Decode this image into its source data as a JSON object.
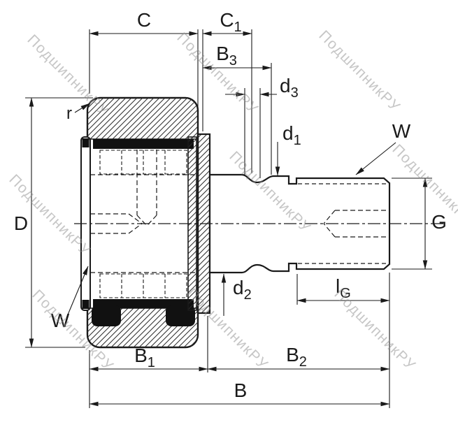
{
  "watermark": {
    "text": "ПодшипникРУ",
    "color": "#8f8f8f"
  },
  "drawing": {
    "type": "bearing-cross-section",
    "description_hint": "stud-type track roller (cam follower) dimensional drawing",
    "line_color": "#1a1a1a",
    "background": "#ffffff",
    "seal_color": "#111111"
  },
  "dims": {
    "C": {
      "main": "C",
      "sub": ""
    },
    "C1": {
      "main": "C",
      "sub": "1"
    },
    "B3": {
      "main": "B",
      "sub": "3"
    },
    "d3": {
      "main": "d",
      "sub": "3"
    },
    "d1": {
      "main": "d",
      "sub": "1"
    },
    "d2": {
      "main": "d",
      "sub": "2"
    },
    "r": {
      "main": "r",
      "sub": ""
    },
    "D": {
      "main": "D",
      "sub": ""
    },
    "G": {
      "main": "G",
      "sub": ""
    },
    "lG": {
      "main": "l",
      "sub": "G"
    },
    "B1": {
      "main": "B",
      "sub": "1"
    },
    "B2": {
      "main": "B",
      "sub": "2"
    },
    "B": {
      "main": "B",
      "sub": ""
    },
    "W_right": {
      "main": "W",
      "sub": ""
    },
    "W_left": {
      "main": "W",
      "sub": ""
    }
  }
}
